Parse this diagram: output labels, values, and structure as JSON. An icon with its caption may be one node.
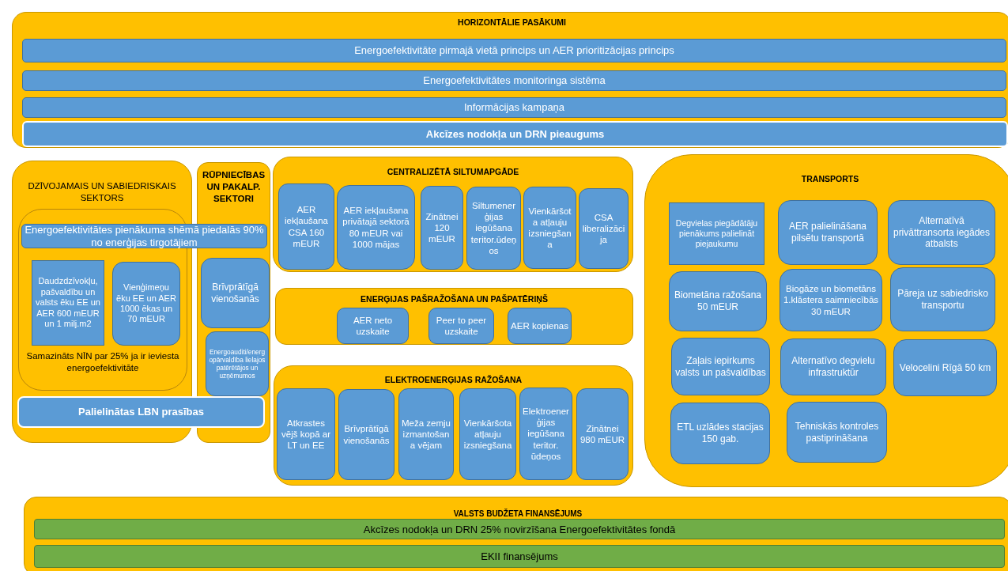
{
  "diagram": {
    "nodes": [
      {
        "text": [
          "HORIZONTĀLIE PASĀKUMI"
        ]
      },
      {
        "text": [
          "Energoefektivitāte pirmajā vietā princips un AER prioritizācijas princips"
        ],
        "in": 0
      },
      {
        "text": [
          "Energoefektivitātes monitoringa sistēma"
        ],
        "in": 0
      },
      {
        "text": [
          "Informācijas kampaņa"
        ],
        "in": 0
      },
      {
        "text": [
          "Akcīzes nodokļa un DRN pieaugums"
        ],
        "in": 0
      },
      {
        "text": [
          "DZĪVOJAMAIS UN SABIEDRISKAIS SEKTORS"
        ]
      },
      {
        "text": [
          "Samazināts NĪN par 25% ja ir ieviesta energoefektivitāte"
        ],
        "in": 5
      },
      {
        "text": [
          "Energoefektivitātes pienākuma shēmā piedalās 90% no enerģijas tirgotājiem"
        ]
      },
      {
        "text": [
          "Daudzdzīvokļu, pašvaldību un valsts ēku EE un AER 600 mEUR un 1 milj.m2"
        ],
        "in": 6
      },
      {
        "text": [
          "Vienģimeņu ēku EE un AER 1000 ēkas un 70 mEUR"
        ],
        "in": 6
      },
      {
        "text": [
          "Palielinātas LBN prasības"
        ]
      },
      {
        "text": [
          "RŪPNIECĪBAS UN PAKALP. SEKTORI"
        ]
      },
      {
        "text": [
          "Brīvprātīgā vienošanās"
        ],
        "in": 11
      },
      {
        "text": [
          "Energoauditi/energopārvaldība lielajos patērētājos un uzņēmumos"
        ],
        "in": 11
      },
      {
        "text": [
          "CENTRALIZĒTĀ SILTUMAPGĀDE"
        ]
      },
      {
        "text": [
          "AER iekļaušana CSA 160 mEUR"
        ],
        "in": 14
      },
      {
        "text": [
          "AER iekļaušana privātajā sektorā 80 mEUR vai 1000 mājas"
        ],
        "in": 14
      },
      {
        "text": [
          "Zinātnei 120 mEUR"
        ],
        "in": 14
      },
      {
        "text": [
          "Siltumenerģijas iegūšana teritor.ūdeņos"
        ],
        "in": 14
      },
      {
        "text": [
          "Vienkāršota atļauju izsniegšana"
        ],
        "in": 14
      },
      {
        "text": [
          "CSA liberalizācija"
        ],
        "in": 14
      },
      {
        "text": [
          "ENERĢIJAS PAŠRAŽOŠANA UN PAŠPATĒRIŅŠ"
        ]
      },
      {
        "text": [
          "AER neto uzskaite"
        ],
        "in": 21
      },
      {
        "text": [
          "Peer to peer uzskaite"
        ],
        "in": 21
      },
      {
        "text": [
          "AER kopienas"
        ],
        "in": 21
      },
      {
        "text": [
          "ELEKTROENERĢIJAS RAŽOŠANA"
        ]
      },
      {
        "text": [
          "Atkrastes vējš kopā ar LT un EE"
        ],
        "in": 25
      },
      {
        "text": [
          "Brīvprātīgā vienošanās"
        ],
        "in": 25
      },
      {
        "text": [
          "Meža zemju izmantošana vējam"
        ],
        "in": 25
      },
      {
        "text": [
          "Vienkāršota atļauju izsniegšana"
        ],
        "in": 25
      },
      {
        "text": [
          "Elektroenerģijas iegūšana teritor. ūdeņos"
        ],
        "in": 25
      },
      {
        "text": [
          "Zinātnei 980 mEUR"
        ],
        "in": 25
      },
      {
        "text": [
          "TRANSPORTS"
        ]
      },
      {
        "text": [
          "Degvielas piegādātāju pienākums palielināt piejaukumu"
        ],
        "in": 32
      },
      {
        "text": [
          "AER palielināšana pilsētu transportā"
        ],
        "in": 32
      },
      {
        "text": [
          "Alternatīvā privāttransorta iegādes atbalsts"
        ],
        "in": 32
      },
      {
        "text": [
          "Biometāna ražošana 50 mEUR"
        ],
        "in": 32
      },
      {
        "text": [
          "Biogāze un biometāns 1.klāstera saimniecībās 30 mEUR"
        ],
        "in": 32
      },
      {
        "text": [
          "Pāreja uz sabiedrisko transportu"
        ],
        "in": 32
      },
      {
        "text": [
          "Zaļais iepirkums valsts un pašvaldības"
        ],
        "in": 32
      },
      {
        "text": [
          "Alternatīvo degvielu infrastruktūr"
        ],
        "in": 32
      },
      {
        "text": [
          "Velocelini Rīgā 50 km"
        ],
        "in": 32
      },
      {
        "text": [
          "ETL uzlādes stacijas 150 gab."
        ],
        "in": 32
      },
      {
        "text": [
          "Tehniskās kontroles pastiprināšana"
        ],
        "in": 32
      },
      {
        "text": [
          "VALSTS BUDŽETA FINANSĒJUMS"
        ]
      },
      {
        "text": [
          "Akcīzes nodokļa un DRN 25% novirzīšana Energoefektivitātes fondā"
        ],
        "in": 44
      },
      {
        "text": [
          "EKII finansējums"
        ],
        "in": 44
      }
    ]
  }
}
